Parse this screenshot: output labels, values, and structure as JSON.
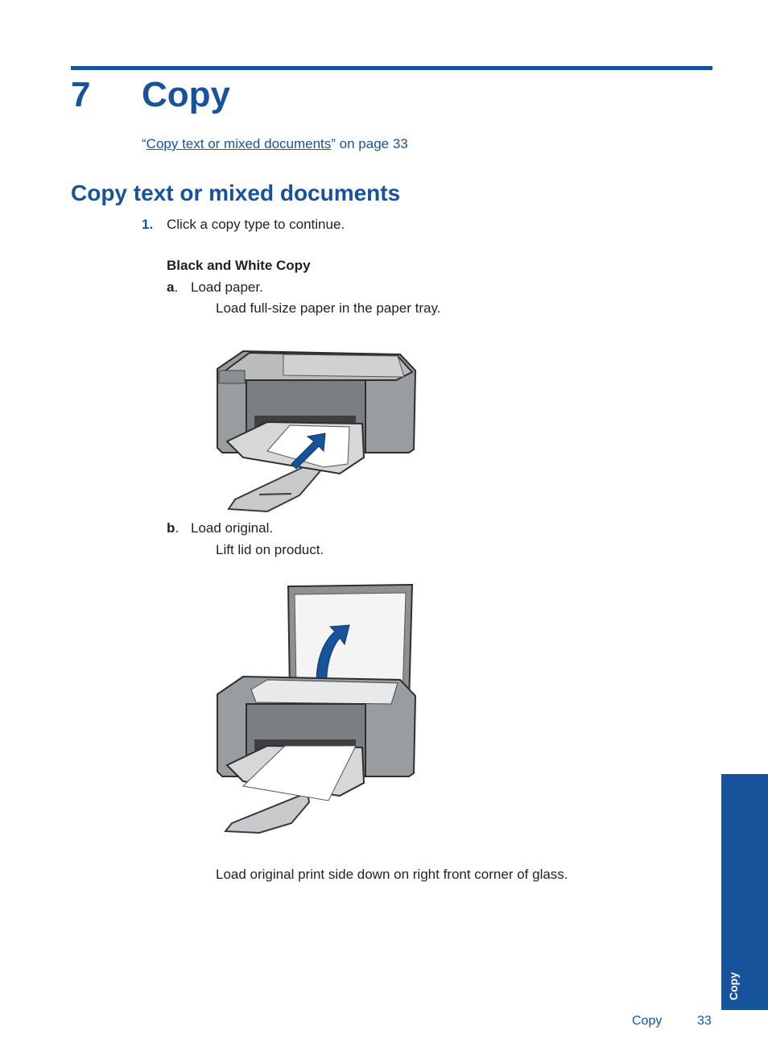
{
  "chapter": {
    "number": "7",
    "title": "Copy"
  },
  "toc": {
    "open_quote": "“",
    "link_text": "Copy text or mixed documents",
    "suffix": "” on page 33"
  },
  "section": {
    "title": "Copy text or mixed documents"
  },
  "steps": [
    {
      "number": "1.",
      "text": "Click a copy type to continue."
    }
  ],
  "subheading": "Black and White Copy",
  "items": [
    {
      "letter": "a",
      "punct": ".",
      "text": "Load paper.",
      "detail": "Load full-size paper in the paper tray."
    },
    {
      "letter": "b",
      "punct": ".",
      "text": "Load original.",
      "detail": "Lift lid on product."
    }
  ],
  "closing_detail": "Load original print side down on right front corner of glass.",
  "side_tab": {
    "label": "Copy"
  },
  "footer": {
    "section": "Copy",
    "page": "33"
  },
  "colors": {
    "brand_blue": "#17539a",
    "printer_gray": "#8e9194"
  }
}
